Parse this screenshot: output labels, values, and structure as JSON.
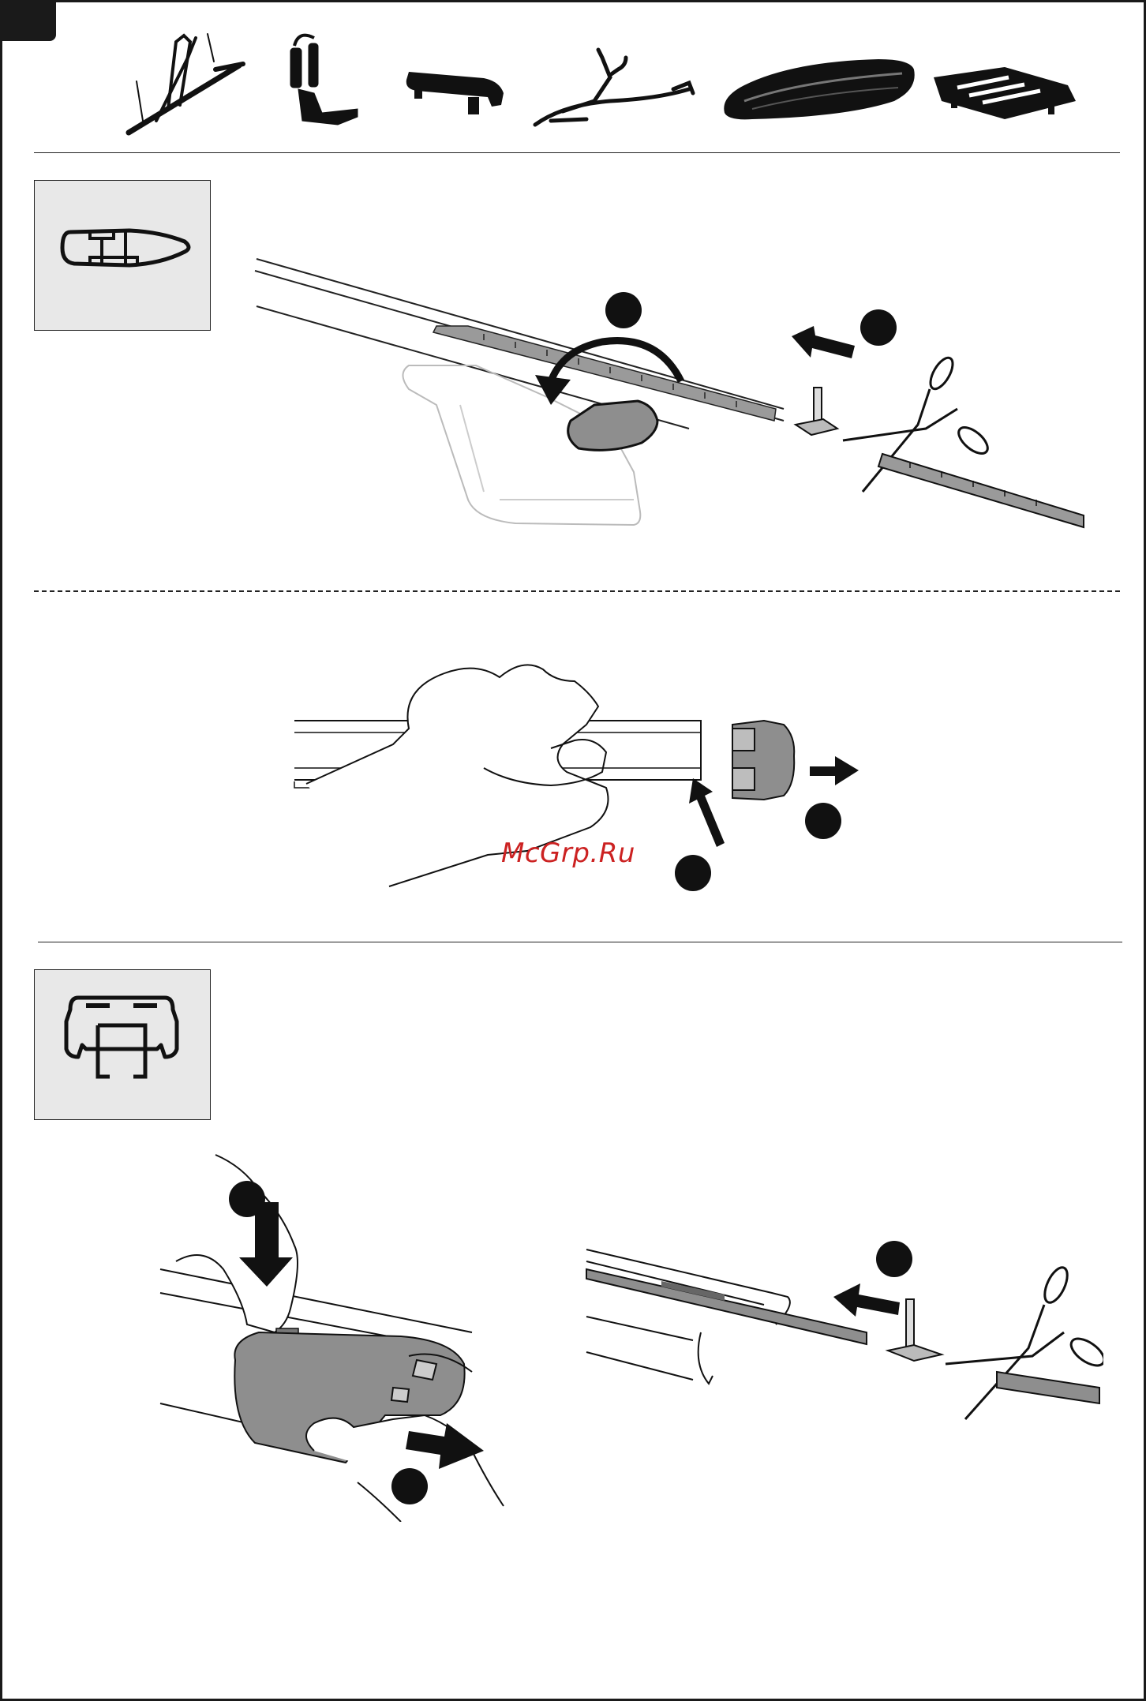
{
  "corner_tab": {
    "color": "#1a1a1a"
  },
  "watermark": {
    "text": "McGrp.Ru",
    "color": "#cc2222"
  },
  "accessories": [
    {
      "icon": "bike-carrier-icon"
    },
    {
      "icon": "kayak-carrier-icon"
    },
    {
      "icon": "ski-carrier-icon"
    },
    {
      "icon": "bike-mount-icon"
    },
    {
      "icon": "roof-box-icon"
    },
    {
      "icon": "roof-basket-icon"
    }
  ],
  "sections": [
    {
      "id": "wingbar-profile",
      "profile_icon": "wing-bar-profile-icon",
      "steps": 2
    },
    {
      "id": "end-cap-removal",
      "steps": 2
    },
    {
      "id": "square-bar-profile",
      "profile_icon": "square-bar-profile-icon",
      "steps": 3
    }
  ]
}
